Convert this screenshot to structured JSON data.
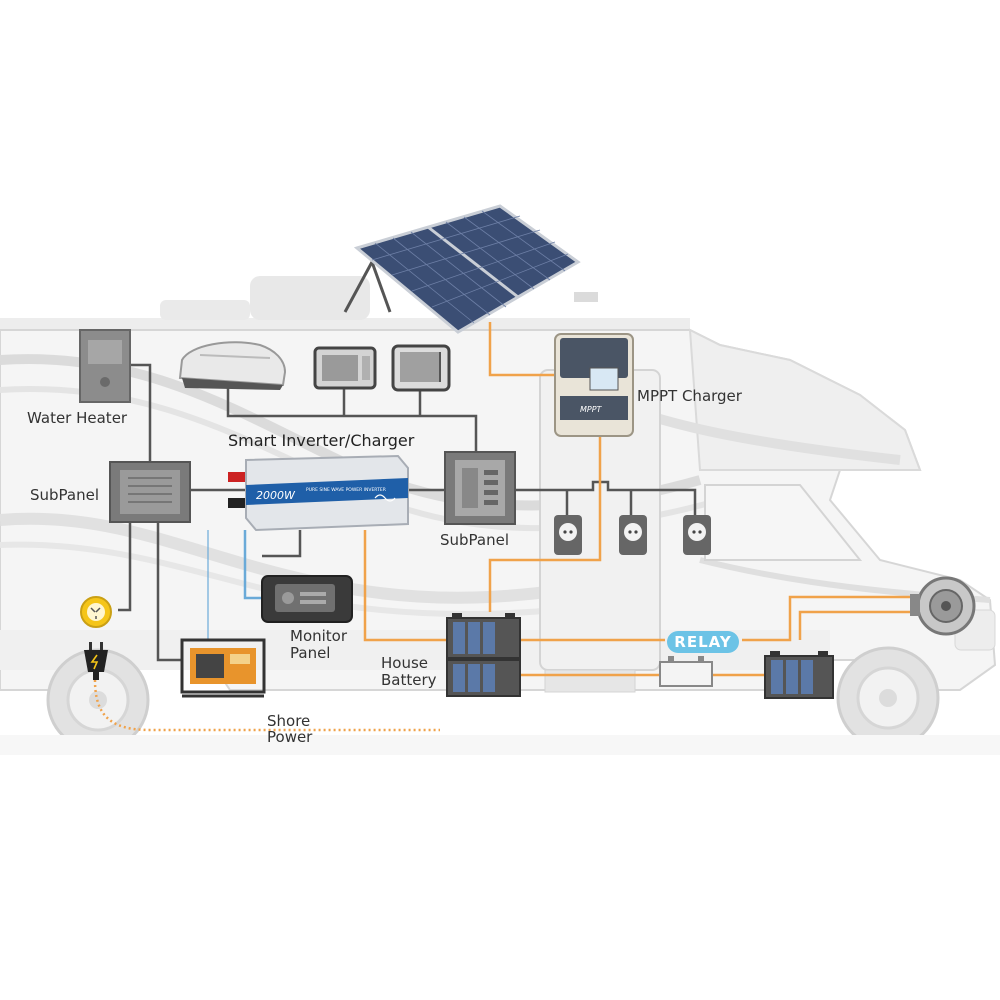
{
  "labels": {
    "water_heater": "Water Heater",
    "subpanel_left": "SubPanel",
    "subpanel_right": "SubPanel",
    "smart_inverter": "Smart Inverter/Charger",
    "mppt_charger": "MPPT Charger",
    "monitor_panel_line1": "Monitor",
    "monitor_panel_line2": "Panel",
    "house_battery_line1": "House",
    "house_battery_line2": "Battery",
    "shore_power_line1": "Shore",
    "shore_power_line2": "Power",
    "relay": "RELAY",
    "inverter_rating": "2000W",
    "inverter_model": "PURE SINE WAVE POWER INVERTER",
    "mppt_brand": "MPPT"
  },
  "colors": {
    "dc_wire": "#f0a24a",
    "ac_wire": "#555555",
    "shore_wire": "#f0a24a",
    "relay_badge": "#6cc3e6",
    "inverter_stripe": "#1f5fa8"
  },
  "icons": [
    "solar-panel-icon",
    "roof-ac-icon",
    "microwave-icon",
    "tv-icon",
    "water-heater-icon",
    "subpanel-icon",
    "inverter-icon",
    "mppt-charger-icon",
    "outlet-icon",
    "monitor-panel-icon",
    "generator-icon",
    "battery-icon",
    "relay-icon",
    "alternator-icon",
    "plug-icon",
    "socket-icon"
  ]
}
